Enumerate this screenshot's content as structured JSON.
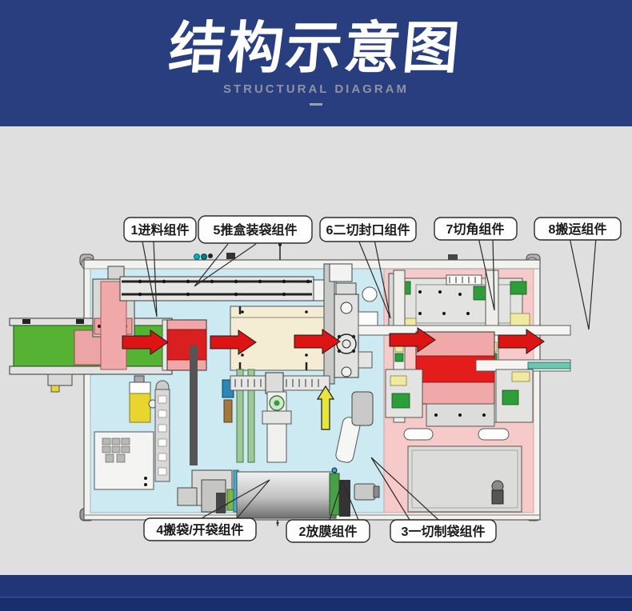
{
  "header": {
    "title": "结构示意图",
    "subtitle": "STRUCTURAL DIAGRAM"
  },
  "diagram": {
    "callouts": [
      {
        "label": "1进料组件"
      },
      {
        "label": "5推盒装袋组件"
      },
      {
        "label": "6二切封口组件"
      },
      {
        "label": "7切角组件"
      },
      {
        "label": "8搬运组件"
      },
      {
        "label": "4搬袋/开袋组件"
      },
      {
        "label": "2放膜组件"
      },
      {
        "label": "3一切制袋组件"
      }
    ],
    "colors": {
      "header_blue": "#293e7e",
      "footer_blue": "#1d316f",
      "page_gray": "#dfdfdf",
      "machine_cyan": "#cdeaf3",
      "machine_pink": "#f7caca",
      "conveyor_green": "#55b232",
      "flow_arrow_red": "#dd1414",
      "lift_arrow_yellow": "#e9e43c",
      "box_salmon": "#f0a8a8",
      "seal_red": "#e51c1c",
      "tray_cream": "#f5ecd4"
    }
  }
}
